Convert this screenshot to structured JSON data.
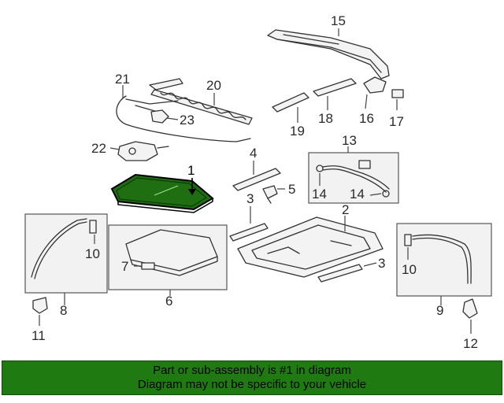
{
  "callouts": {
    "c1": "1",
    "c2": "2",
    "c3a": "3",
    "c3b": "3",
    "c4": "4",
    "c5": "5",
    "c6": "6",
    "c7": "7",
    "c8": "8",
    "c9": "9",
    "c10a": "10",
    "c10b": "10",
    "c11": "11",
    "c12": "12",
    "c13": "13",
    "c14a": "14",
    "c14b": "14",
    "c15": "15",
    "c16": "16",
    "c17": "17",
    "c18": "18",
    "c19": "19",
    "c20": "20",
    "c21": "21",
    "c22": "22",
    "c23": "23"
  },
  "footer": {
    "line1": "Part or sub-assembly is #1 in diagram",
    "line2": "Diagram may not be specific to your vehicle",
    "background_color": "#1f7a12"
  },
  "highlight_color": "#1f6e12"
}
